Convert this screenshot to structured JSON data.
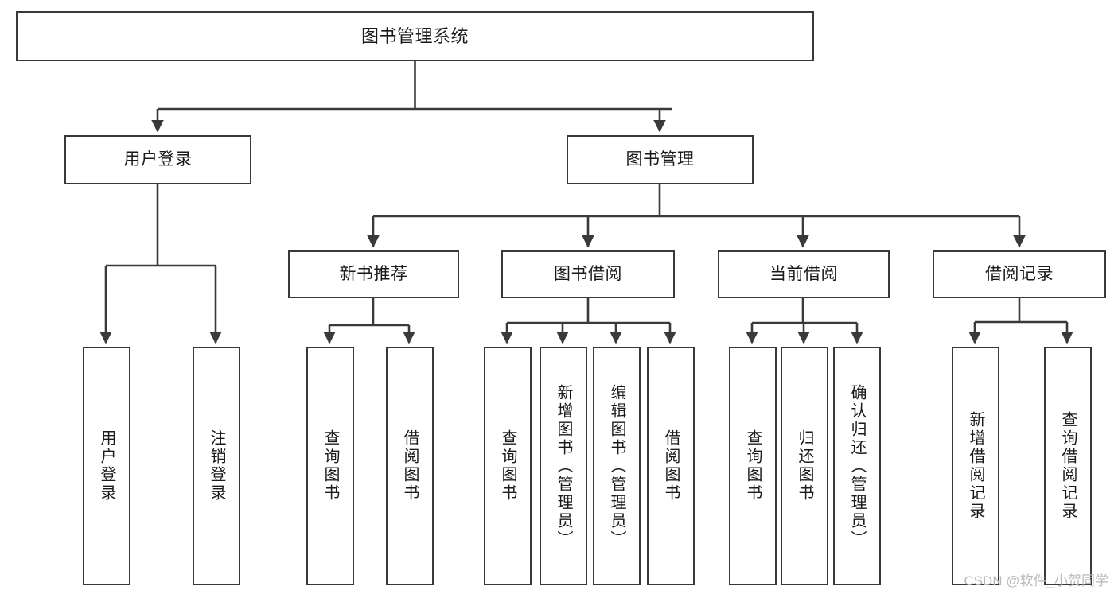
{
  "diagram": {
    "title": "图书管理系统",
    "type": "tree-hierarchy-chart",
    "colors": {
      "box_stroke": "#393939",
      "box_fill": "#ffffff",
      "connector": "#3a3a3a",
      "text": "#1a1a1a",
      "watermark": "#b9b9b9"
    },
    "root": {
      "label": "图书管理系统"
    },
    "level1": [
      {
        "label": "用户登录"
      },
      {
        "label": "图书管理"
      }
    ],
    "level2": [
      {
        "label": "新书推荐"
      },
      {
        "label": "图书借阅"
      },
      {
        "label": "当前借阅"
      },
      {
        "label": "借阅记录"
      }
    ],
    "leaves": {
      "user_login": [
        {
          "label": "用户登录"
        },
        {
          "label": "注销登录"
        }
      ],
      "new_book_recommend": [
        {
          "label": "查询图书"
        },
        {
          "label": "借阅图书"
        }
      ],
      "book_borrow": [
        {
          "label": "查询图书"
        },
        {
          "label": "新增图书（管理员）"
        },
        {
          "label": "编辑图书（管理员）"
        },
        {
          "label": "借阅图书"
        }
      ],
      "current_borrow": [
        {
          "label": "查询图书"
        },
        {
          "label": "归还图书"
        },
        {
          "label": "确认归还（管理员）"
        }
      ],
      "borrow_record": [
        {
          "label": "新增借阅记录"
        },
        {
          "label": "查询借阅记录"
        }
      ]
    }
  },
  "watermark": {
    "text": "CSDN @软件_小贺同学"
  }
}
